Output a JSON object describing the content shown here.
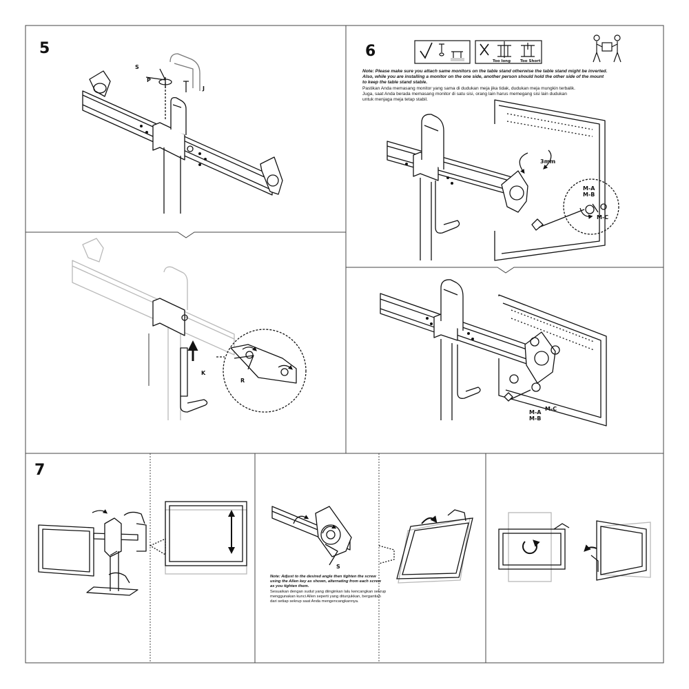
{
  "steps": {
    "five": {
      "number": "5",
      "labels": {
        "s": "S",
        "p": "P",
        "j": "J",
        "k": "K",
        "r": "R"
      }
    },
    "six": {
      "number": "6",
      "icons": {
        "check": "check-icon",
        "cross": "cross-icon",
        "people": "two-people-carrying-icon"
      },
      "too_long": "Too long",
      "too_short": "Too Short",
      "note_en_1": "Note: Please make sure you attach same monitors on the table stand otherwise the table stand might be inverted.",
      "note_en_2": "Also, while you are installing a monitor on the one side, another person should hold the other side of the mount",
      "note_en_3": "to keep the table stand stable.",
      "note_id_1": "Pastikan Anda memasang monitor yang sama di dudukan meja jika tidak, dudukan meja mungkin terbalik.",
      "note_id_2": "Juga, saat Anda berada memasang monitor di satu sisi, orang lain harus memegang sisi lain dudukan",
      "note_id_3": "untuk menjaga meja tetap stabil.",
      "labels": {
        "mm": "3mm",
        "ma": "M-A",
        "mb": "M-B",
        "mc": "M-C"
      }
    },
    "seven": {
      "number": "7",
      "labels": {
        "s": "S"
      },
      "note_en_1": "Note: Adjust to the desired angle then tighten the screw",
      "note_en_2": "using the Allen key as shown, alternating from each screw",
      "note_en_3": "as you tighten them.",
      "note_id_1": "Sesuaikan dengan sudut yang diinginkan lalu kencangkan sekrup",
      "note_id_2": "menggunakan kunci Allen seperti yang ditunjukkan, bergantian",
      "note_id_3": "dari setiap sekrup saat Anda mengencangkannya."
    }
  },
  "colors": {
    "line": "#111111",
    "ghost": "#b8b8b8",
    "faint": "#d8d8d8",
    "border": "#444444"
  }
}
